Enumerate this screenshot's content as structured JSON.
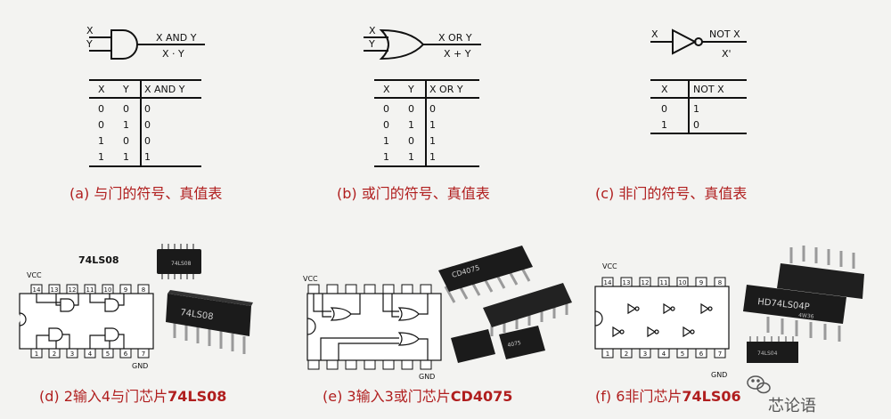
{
  "gates": {
    "and": {
      "input_x": "X",
      "input_y": "Y",
      "output_name": "X AND Y",
      "output_expr": "X · Y",
      "table_headers": [
        "X",
        "Y",
        "X AND Y"
      ],
      "table_rows": [
        [
          "0",
          "0",
          "0"
        ],
        [
          "0",
          "1",
          "0"
        ],
        [
          "1",
          "0",
          "0"
        ],
        [
          "1",
          "1",
          "1"
        ]
      ],
      "caption_prefix": "(a)",
      "caption_text": "与门的符号、真值表"
    },
    "or": {
      "input_x": "X",
      "input_y": "Y",
      "output_name": "X OR Y",
      "output_expr": "X + Y",
      "table_headers": [
        "X",
        "Y",
        "X OR Y"
      ],
      "table_rows": [
        [
          "0",
          "0",
          "0"
        ],
        [
          "0",
          "1",
          "1"
        ],
        [
          "1",
          "0",
          "1"
        ],
        [
          "1",
          "1",
          "1"
        ]
      ],
      "caption_prefix": "(b)",
      "caption_text": "或门的符号、真值表"
    },
    "not": {
      "input_x": "X",
      "output_name": "NOT X",
      "output_expr": "X'",
      "table_headers": [
        "X",
        "NOT X"
      ],
      "table_rows": [
        [
          "0",
          "1"
        ],
        [
          "1",
          "0"
        ]
      ],
      "caption_prefix": "(c)",
      "caption_text": "非门的符号、真值表"
    }
  },
  "chips": {
    "d": {
      "part": "74LS08",
      "vcc": "VCC",
      "gnd": "GND",
      "top_pins": [
        "14",
        "13",
        "12",
        "11",
        "10",
        "9",
        "8"
      ],
      "bottom_pins": [
        "1",
        "2",
        "3",
        "4",
        "5",
        "6",
        "7"
      ],
      "photo_label": "74LS08",
      "photo_label_small": "74LS08",
      "caption_prefix": "(d)",
      "caption_text": "2输入4与门芯片",
      "caption_part": "74LS08"
    },
    "e": {
      "vcc": "VCC",
      "gnd": "GND",
      "photo_label": "CD4075",
      "photo_label_small": "4075",
      "caption_prefix": "(e)",
      "caption_text": "3输入3或门芯片",
      "caption_part": "CD4075"
    },
    "f": {
      "vcc": "VCC",
      "gnd": "GND",
      "top_pins": [
        "14",
        "13",
        "12",
        "11",
        "10",
        "9",
        "8"
      ],
      "bottom_pins": [
        "1",
        "2",
        "3",
        "4",
        "5",
        "6",
        "7"
      ],
      "photo_label": "HD74LS04P",
      "photo_label_small": "4W36",
      "photo_label_small2": "74LS04",
      "caption_prefix": "(f)",
      "caption_text": "6非门芯片",
      "caption_part": "74LS06"
    }
  },
  "watermark": {
    "text": "芯论语",
    "icon": "wechat-icon"
  }
}
